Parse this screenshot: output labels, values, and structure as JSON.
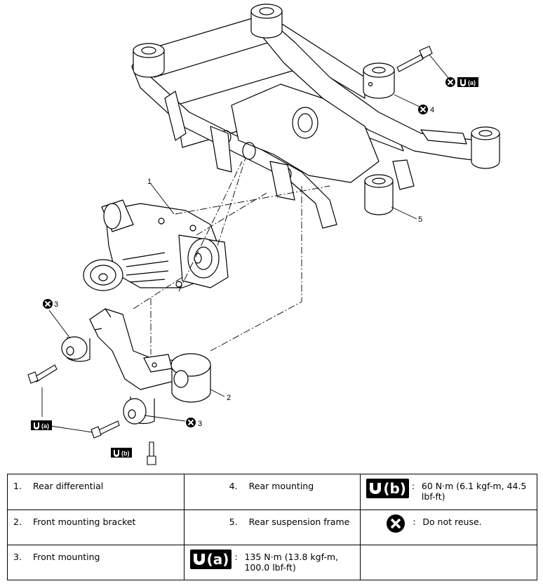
{
  "callouts": {
    "c1": "1",
    "c2": "2",
    "c3a": "3",
    "c3b": "3",
    "c4": "4",
    "c5": "5",
    "tag_a": "(a)",
    "tag_a2": "(a)",
    "tag_b": "(b)"
  },
  "legend": {
    "rows": [
      [
        {
          "num": "1.",
          "label": "Rear differential"
        },
        {
          "num": "4.",
          "label": "Rear mounting"
        },
        {
          "icon": "torque-b-icon",
          "icon_text": "(b)",
          "sep": ":",
          "label": "60 N·m (6.1 kgf-m, 44.5 lbf-ft)"
        }
      ],
      [
        {
          "num": "2.",
          "label": "Front mounting bracket"
        },
        {
          "num": "5.",
          "label": "Rear suspension frame"
        },
        {
          "icon": "do-not-reuse-icon",
          "sep": ":",
          "label": "Do not reuse."
        }
      ],
      [
        {
          "num": "3.",
          "label": "Front mounting"
        },
        {
          "icon": "torque-a-icon",
          "icon_text": "(a)",
          "sep": ":",
          "label": "135 N·m (13.8 kgf-m, 100.0 lbf-ft)"
        },
        {
          "label": ""
        }
      ]
    ]
  },
  "colors": {
    "line": "#000000",
    "paper": "#ffffff"
  }
}
